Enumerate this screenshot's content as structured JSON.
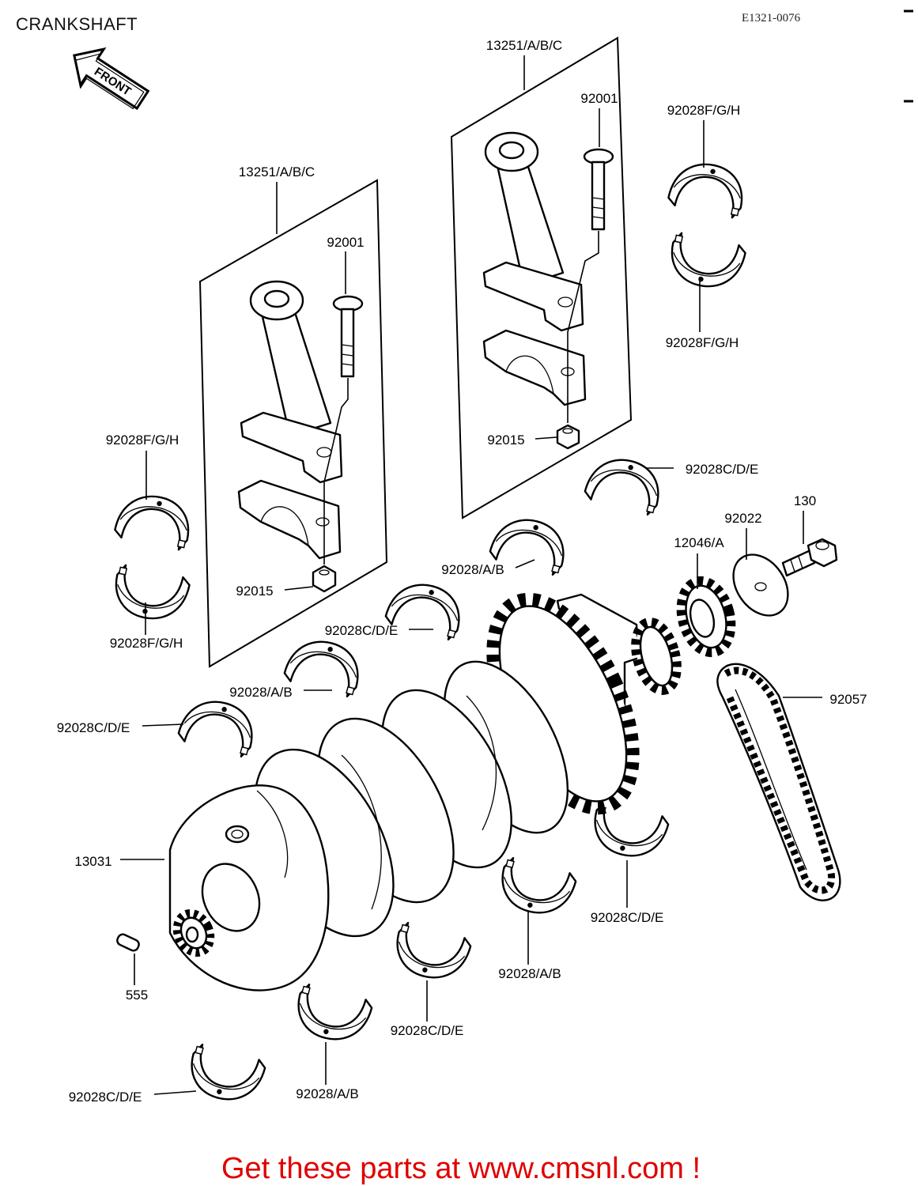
{
  "header": {
    "title": "CRANKSHAFT",
    "code": "E1321-0076"
  },
  "front_arrow": {
    "label": "FRONT"
  },
  "callouts": [
    {
      "text": "13251/A/B/C"
    },
    {
      "text": "92001"
    },
    {
      "text": "92028F/G/H"
    },
    {
      "text": "13251/A/B/C"
    },
    {
      "text": "92001"
    },
    {
      "text": "92028F/G/H"
    },
    {
      "text": "92015"
    },
    {
      "text": "92028F/G/H"
    },
    {
      "text": "92028C/D/E"
    },
    {
      "text": "130"
    },
    {
      "text": "92022"
    },
    {
      "text": "12046/A"
    },
    {
      "text": "92028/A/B"
    },
    {
      "text": "92015"
    },
    {
      "text": "92028C/D/E"
    },
    {
      "text": "92028F/G/H"
    },
    {
      "text": "92028/A/B"
    },
    {
      "text": "92057"
    },
    {
      "text": "92028C/D/E"
    },
    {
      "text": "13031"
    },
    {
      "text": "92028C/D/E"
    },
    {
      "text": "92028/A/B"
    },
    {
      "text": "555"
    },
    {
      "text": "92028C/D/E"
    },
    {
      "text": "92028/A/B"
    },
    {
      "text": "92028C/D/E"
    }
  ],
  "footer": {
    "promo": "Get these parts at www.cmsnl.com !"
  },
  "colors": {
    "line": "#000000",
    "promo": "#e00000",
    "background": "#ffffff"
  }
}
